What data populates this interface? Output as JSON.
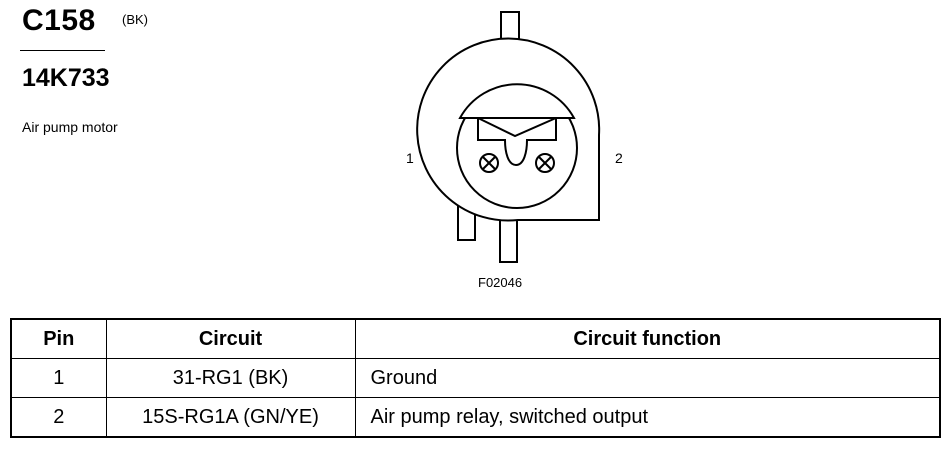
{
  "header": {
    "connector_id": "C158",
    "color_code": "(BK)",
    "part_number": "14K733",
    "description": "Air pump motor"
  },
  "diagram": {
    "pin_labels": [
      "1",
      "2"
    ],
    "figure_code": "F02046"
  },
  "pin_table": {
    "columns": [
      "Pin",
      "Circuit",
      "Circuit function"
    ],
    "rows": [
      {
        "pin": "1",
        "circuit": "31-RG1 (BK)",
        "function": "Ground"
      },
      {
        "pin": "2",
        "circuit": "15S-RG1A (GN/YE)",
        "function": "Air pump relay, switched output"
      }
    ]
  }
}
